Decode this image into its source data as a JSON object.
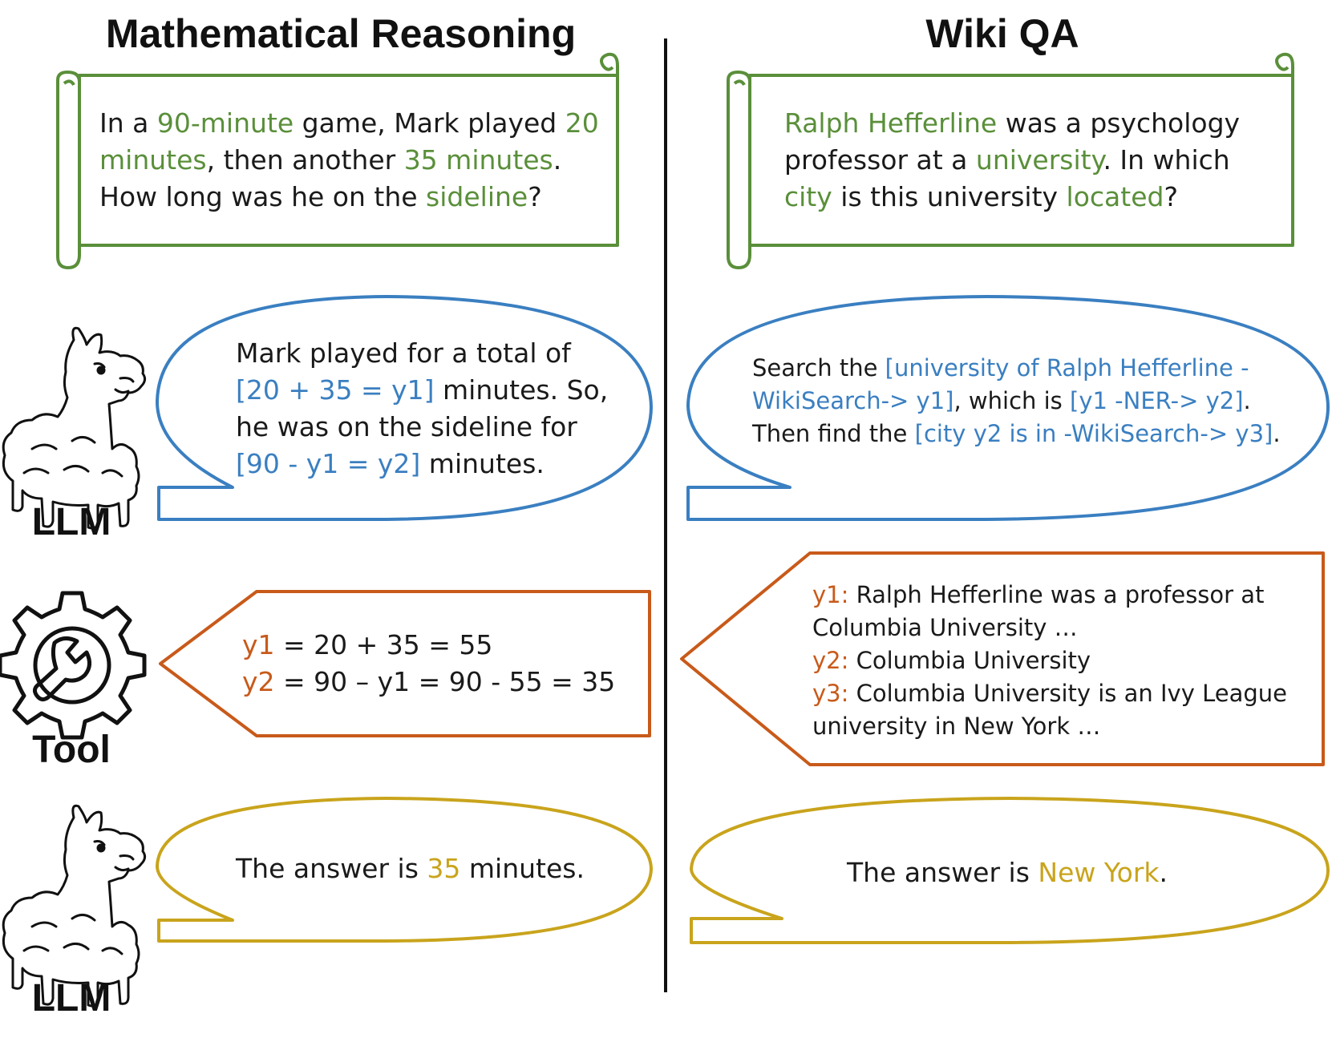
{
  "titles": {
    "left": "Mathematical Reasoning",
    "right": "Wiki QA"
  },
  "agents": {
    "llm_1": "LLM",
    "tool": "Tool",
    "llm_2": "LLM"
  },
  "colors": {
    "question": "#5a8f3a",
    "llm_call": "#3a7fc1",
    "tool_output": "#c85a1a",
    "answer": "#c9a41c"
  },
  "math": {
    "question": {
      "l1": [
        "In a ",
        "90-minute",
        " game, Mark played ",
        "20"
      ],
      "l2": [
        "minutes",
        ", then another ",
        "35 minutes",
        "."
      ],
      "l3": [
        "How long was he on the ",
        "sideline",
        "?"
      ]
    },
    "llm": {
      "l1": "Mark played for a total of",
      "l2": [
        "[20 + 35 = y1]",
        " minutes. So,"
      ],
      "l3": "he was on the sideline for",
      "l4": [
        "[90 - y1 = y2]",
        " minutes."
      ]
    },
    "tool": {
      "l1": [
        "y1",
        " = 20 + 35 = 55"
      ],
      "l2": [
        "y2",
        " = 90 – y1 = 90 - 55 = 35"
      ]
    },
    "answer": [
      "The answer is ",
      "35",
      " minutes."
    ]
  },
  "wiki": {
    "question": {
      "l1": [
        "Ralph Hefferline",
        " was a psychology"
      ],
      "l2": [
        "professor at a ",
        "university",
        ". In which"
      ],
      "l3": [
        "city",
        " is this university ",
        "located",
        "?"
      ]
    },
    "llm": {
      "l1": [
        "Search the ",
        "[university of Ralph Hefferline -"
      ],
      "l2": [
        "WikiSearch-> y1]",
        ", which is ",
        "[y1 -NER-> y2]",
        "."
      ],
      "l3": [
        "Then find the ",
        "[city y2 is in -WikiSearch-> y3]",
        "."
      ]
    },
    "tool": {
      "l1": [
        "y1:",
        " Ralph Hefferline was a professor at"
      ],
      "l2": "Columbia University …",
      "l3": [
        "y2:",
        " Columbia University"
      ],
      "l4": [
        "y3:",
        " Columbia University is an Ivy League"
      ],
      "l5": "university in New York …"
    },
    "answer": [
      "The answer is ",
      "New York",
      "."
    ]
  }
}
